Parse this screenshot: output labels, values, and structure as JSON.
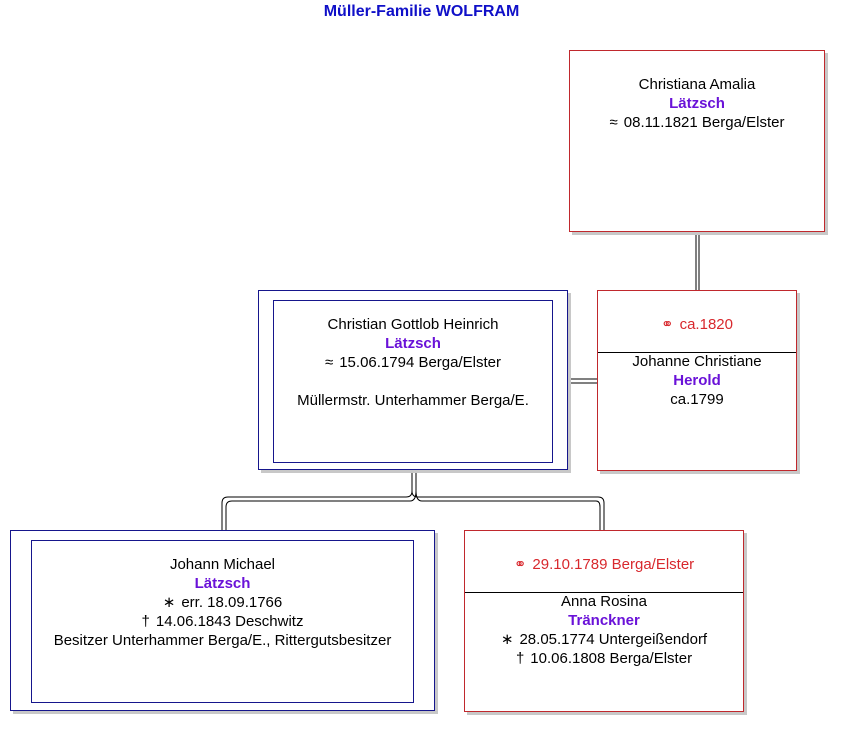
{
  "title": "Müller-Familie WOLFRAM",
  "parent": {
    "given": "Christiana Amalia",
    "surname": "Lätzsch",
    "bap_symbol": "≈",
    "bap": "08.11.1821 Berga/Elster"
  },
  "main": {
    "given": "Christian Gottlob Heinrich",
    "surname": "Lätzsch",
    "bap_symbol": "≈",
    "bap": "15.06.1794 Berga/Elster",
    "occupation": "Müllermstr. Unterhammer Berga/E."
  },
  "spouse": {
    "marriage_symbol": "⚭",
    "marriage": "ca.1820",
    "given": "Johanne Christiane",
    "surname": "Herold",
    "birth": "ca.1799"
  },
  "child": {
    "given": "Johann Michael",
    "surname": "Lätzsch",
    "birth_symbol": "∗",
    "birth": "err. 18.09.1766",
    "death_symbol": "†",
    "death": "14.06.1843 Deschwitz",
    "occupation": "Besitzer Unterhammer Berga/E., Rittergutsbesitzer"
  },
  "child_spouse": {
    "marriage_symbol": "⚭",
    "marriage": "29.10.1789 Berga/Elster",
    "given": "Anna Rosina",
    "surname": "Tränckner",
    "birth_symbol": "∗",
    "birth": "28.05.1774 Untergeißendorf",
    "death_symbol": "†",
    "death": "10.06.1808 Berga/Elster"
  }
}
